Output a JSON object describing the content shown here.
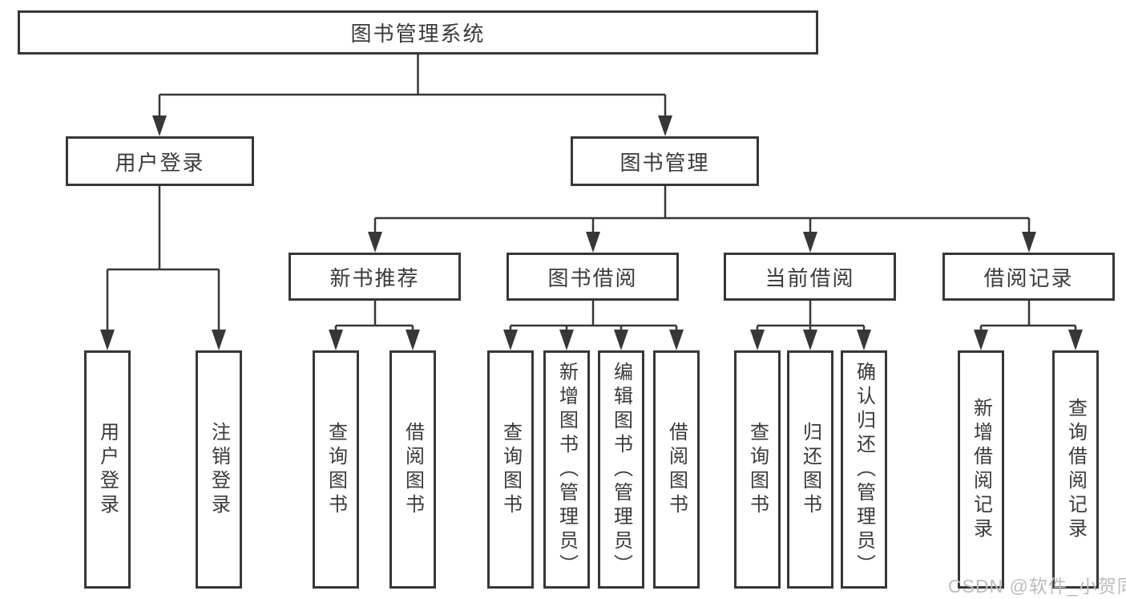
{
  "diagram": {
    "root": {
      "label": "图书管理系统"
    },
    "level2": [
      {
        "label": "用户登录"
      },
      {
        "label": "图书管理"
      }
    ],
    "level3": [
      {
        "label": "新书推荐"
      },
      {
        "label": "图书借阅"
      },
      {
        "label": "当前借阅"
      },
      {
        "label": "借阅记录"
      }
    ],
    "leaves": [
      {
        "label": "用户登录"
      },
      {
        "label": "注销登录"
      },
      {
        "label": "查询图书"
      },
      {
        "label": "借阅图书"
      },
      {
        "label": "查询图书"
      },
      {
        "label": "新增图书（管理员）"
      },
      {
        "label": "编辑图书（管理员）"
      },
      {
        "label": "借阅图书"
      },
      {
        "label": "查询图书"
      },
      {
        "label": "归还图书"
      },
      {
        "label": "确认归还（管理员）"
      },
      {
        "label": "新增借阅记录"
      },
      {
        "label": "查询借阅记录"
      }
    ]
  },
  "watermark": {
    "text": "CSDN @软件_小贺同学"
  },
  "colors": {
    "line": "#373737",
    "text": "#3a3a3a",
    "watermark": "#bcbcbc",
    "background": "#ffffff"
  }
}
